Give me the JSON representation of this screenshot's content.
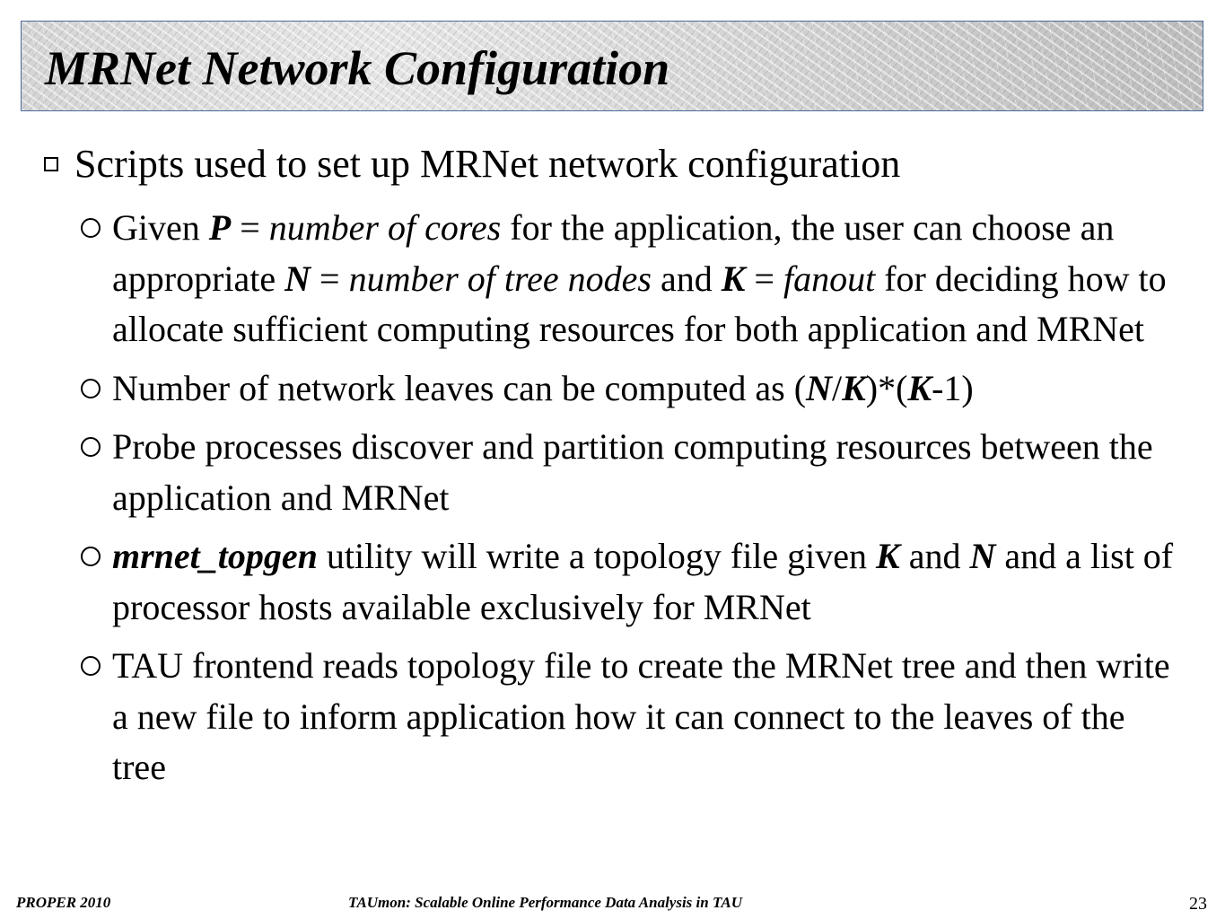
{
  "slide": {
    "title": "MRNet Network Configuration",
    "bullet": "Scripts used to set up MRNet network configuration",
    "sub_bullets": [
      [
        {
          "t": "Given ",
          "s": ""
        },
        {
          "t": "P",
          "s": "bi"
        },
        {
          "t": " = ",
          "s": ""
        },
        {
          "t": "number of cores",
          "s": "i"
        },
        {
          "t": " for the application, the user can choose an appropriate ",
          "s": ""
        },
        {
          "t": "N",
          "s": "bi"
        },
        {
          "t": " = ",
          "s": ""
        },
        {
          "t": "number of tree nodes",
          "s": "i"
        },
        {
          "t": " and ",
          "s": ""
        },
        {
          "t": "K",
          "s": "bi"
        },
        {
          "t": " = ",
          "s": ""
        },
        {
          "t": "fanout",
          "s": "i"
        },
        {
          "t": " for deciding how to allocate sufficient computing resources for both application and MRNet",
          "s": ""
        }
      ],
      [
        {
          "t": "Number of network leaves can be computed as (",
          "s": ""
        },
        {
          "t": "N",
          "s": "bi"
        },
        {
          "t": "/",
          "s": ""
        },
        {
          "t": "K",
          "s": "bi"
        },
        {
          "t": ")*(",
          "s": ""
        },
        {
          "t": "K",
          "s": "bi"
        },
        {
          "t": "-1)",
          "s": ""
        }
      ],
      [
        {
          "t": "Probe processes discover and partition computing resources between the application and MRNet",
          "s": ""
        }
      ],
      [
        {
          "t": "mrnet_topgen",
          "s": "bi"
        },
        {
          "t": " utility will write a topology file given ",
          "s": ""
        },
        {
          "t": "K",
          "s": "bi"
        },
        {
          "t": " and ",
          "s": ""
        },
        {
          "t": "N",
          "s": "bi"
        },
        {
          "t": " and a list of processor hosts available exclusively for MRNet",
          "s": ""
        }
      ],
      [
        {
          "t": "TAU frontend reads topology file to create the MRNet tree and then write a new file to inform application how it can connect to the leaves of the tree",
          "s": ""
        }
      ]
    ]
  },
  "footer": {
    "left": "PROPER 2010",
    "center": "TAUmon: Scalable Online Performance Data Analysis in TAU",
    "page_number": "23"
  }
}
